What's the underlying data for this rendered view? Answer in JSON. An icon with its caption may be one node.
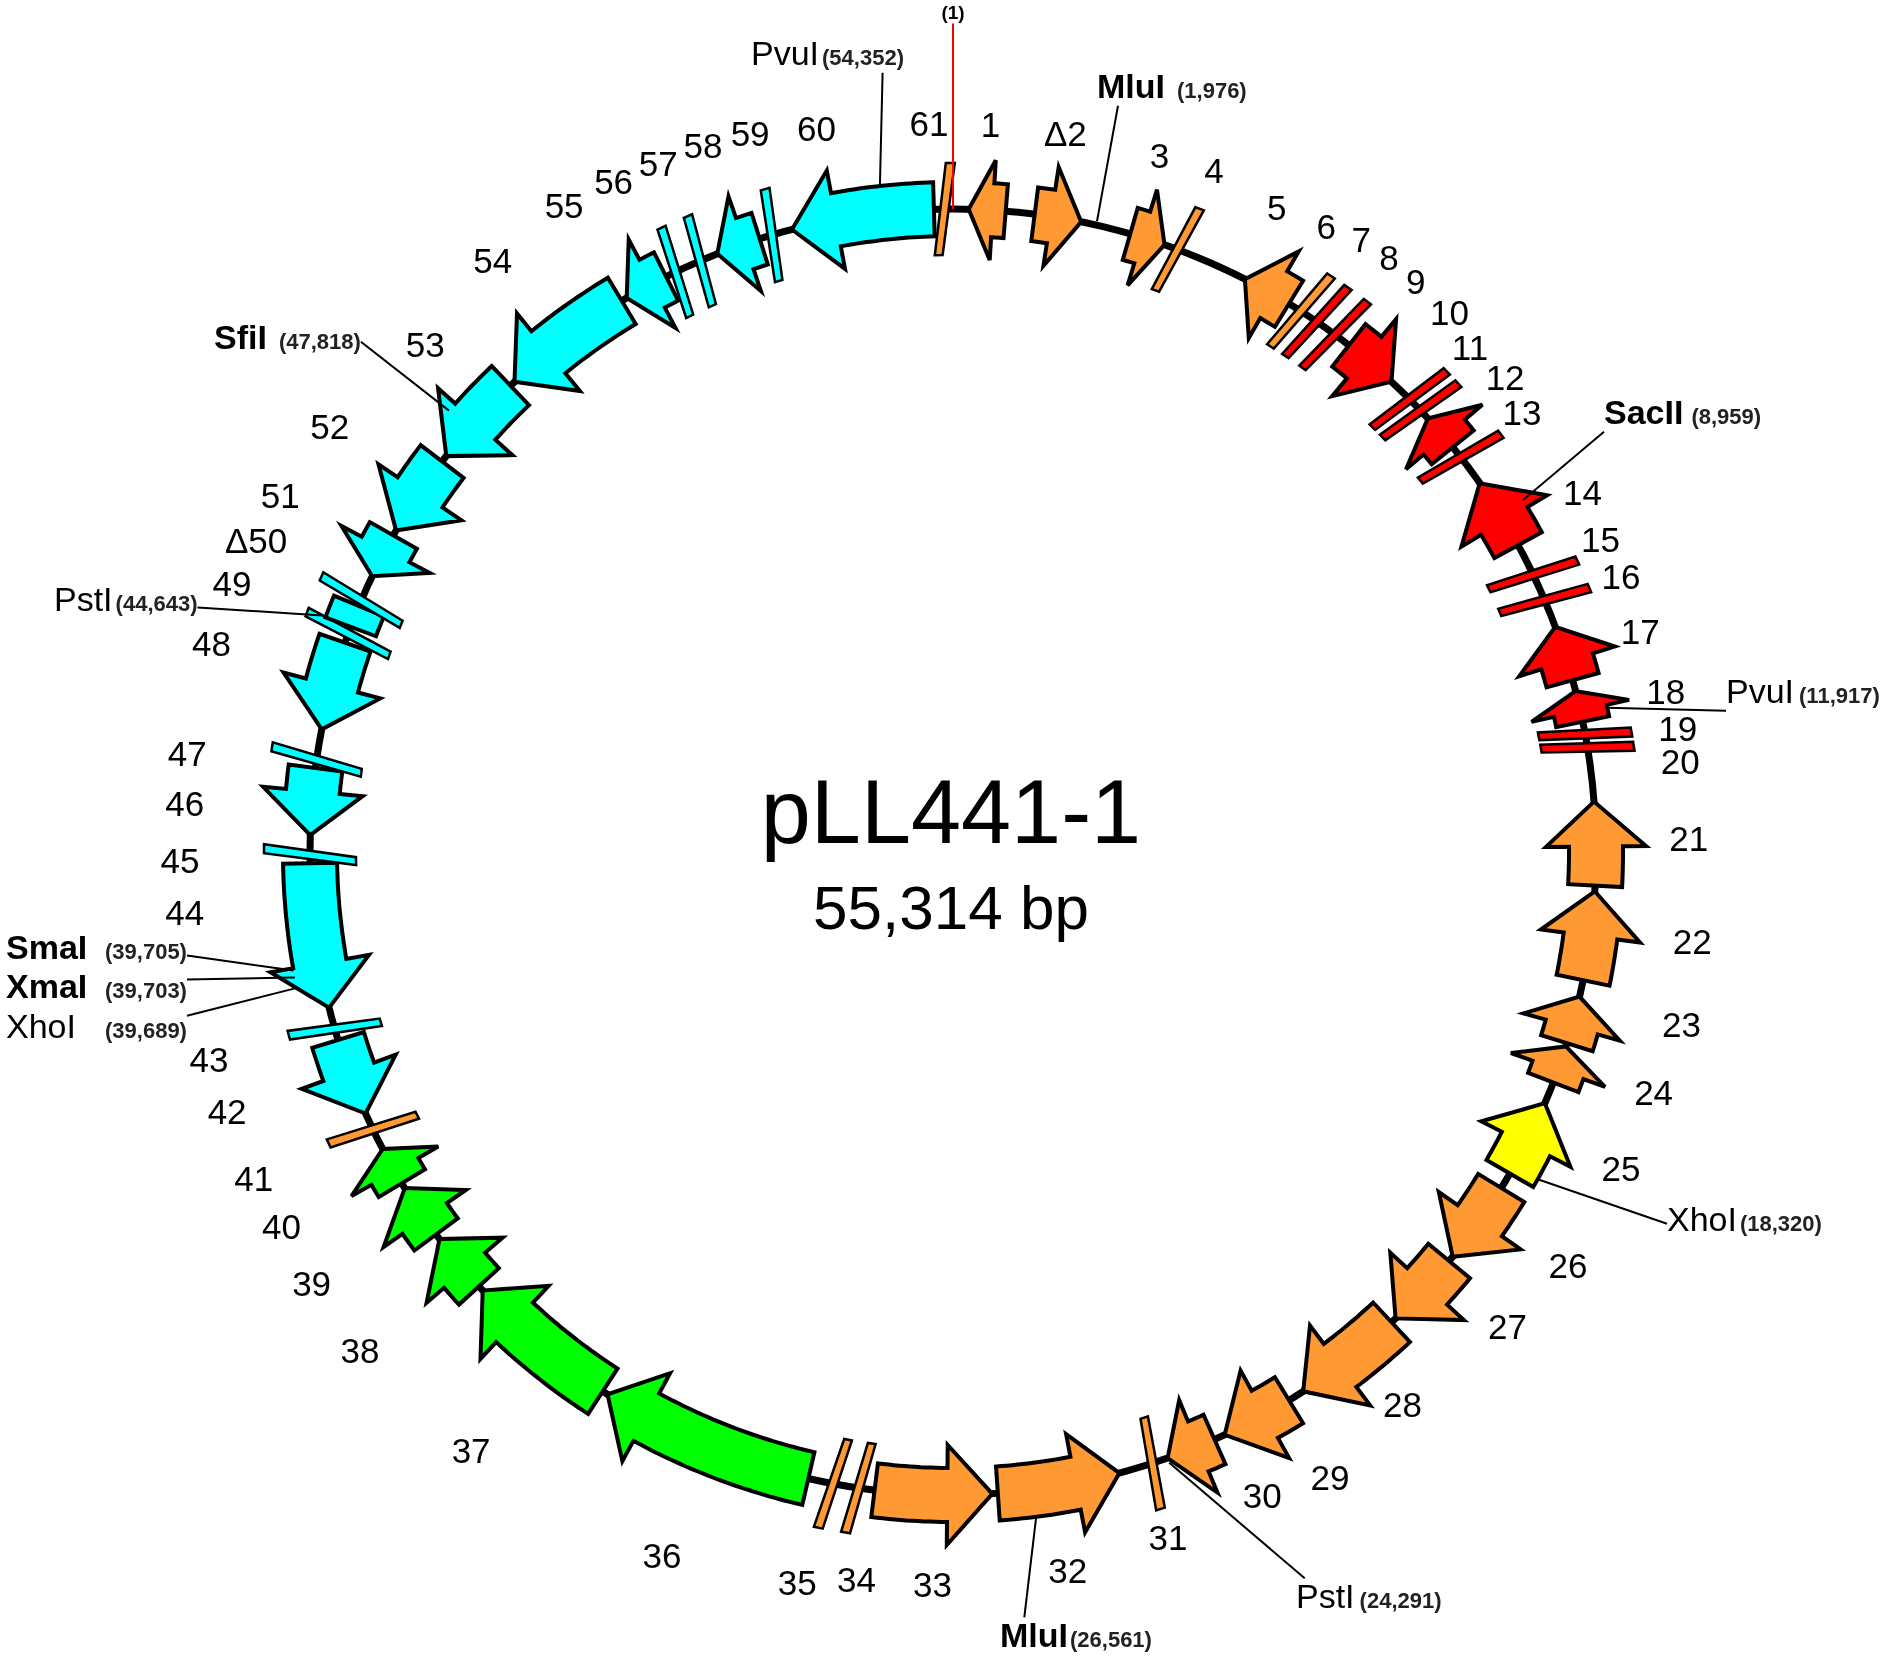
{
  "diagram": {
    "title": "pLL441-1",
    "nodes": [
      {
        "text": [
          "(1)"
        ]
      },
      {
        "text": [
          "MluI",
          "(1,976)"
        ]
      },
      {
        "text": [
          "SacII",
          "(8,959)"
        ]
      },
      {
        "text": [
          "PvuI",
          "(11,917)"
        ]
      },
      {
        "text": [
          "XhoI",
          "(18,320)"
        ]
      },
      {
        "text": [
          "PstI",
          "(24,291)"
        ]
      },
      {
        "text": [
          "MluI",
          "(26,561)"
        ]
      },
      {
        "text": [
          "SmaI",
          "(39,705)"
        ]
      },
      {
        "text": [
          "XmaI",
          "(39,703)"
        ]
      },
      {
        "text": [
          "XhoI",
          "(39,689)"
        ]
      },
      {
        "text": [
          "PstI",
          "(44,643)"
        ]
      },
      {
        "text": [
          "SfiI",
          "(47,818)"
        ]
      },
      {
        "text": [
          "PvuI",
          "(54,352)"
        ]
      }
    ],
    "edges": [
      {
        "from": 0,
        "to": null,
        "arrow": "none",
        "color": "#ff0000"
      },
      {
        "from": 1,
        "to": null,
        "arrow": "none"
      },
      {
        "from": 2,
        "to": null,
        "arrow": "none"
      },
      {
        "from": 3,
        "to": null,
        "arrow": "none"
      },
      {
        "from": 4,
        "to": null,
        "arrow": "none"
      },
      {
        "from": 5,
        "to": null,
        "arrow": "none"
      },
      {
        "from": 6,
        "to": null,
        "arrow": "none"
      },
      {
        "from": 7,
        "to": null,
        "arrow": "none"
      },
      {
        "from": 8,
        "to": null,
        "arrow": "none"
      },
      {
        "from": 9,
        "to": null,
        "arrow": "none"
      },
      {
        "from": 10,
        "to": null,
        "arrow": "none"
      },
      {
        "from": 11,
        "to": null,
        "arrow": "none"
      },
      {
        "from": 12,
        "to": null,
        "arrow": "none"
      }
    ],
    "labels": [
      "55,314 bp",
      "1",
      "Δ2",
      "3",
      "4",
      "5",
      "6",
      "7",
      "8",
      "9",
      "10",
      "11",
      "12",
      "13",
      "14",
      "15",
      "16",
      "17",
      "18",
      "19",
      "20",
      "21",
      "22",
      "23",
      "24",
      "25",
      "26",
      "27",
      "28",
      "29",
      "30",
      "31",
      "32",
      "33",
      "34",
      "35",
      "36",
      "37",
      "38",
      "39",
      "40",
      "41",
      "42",
      "43",
      "44",
      "45",
      "46",
      "47",
      "48",
      "49",
      "Δ50",
      "51",
      "52",
      "53",
      "54",
      "55",
      "56",
      "57",
      "58",
      "59",
      "60",
      "61"
    ]
  }
}
